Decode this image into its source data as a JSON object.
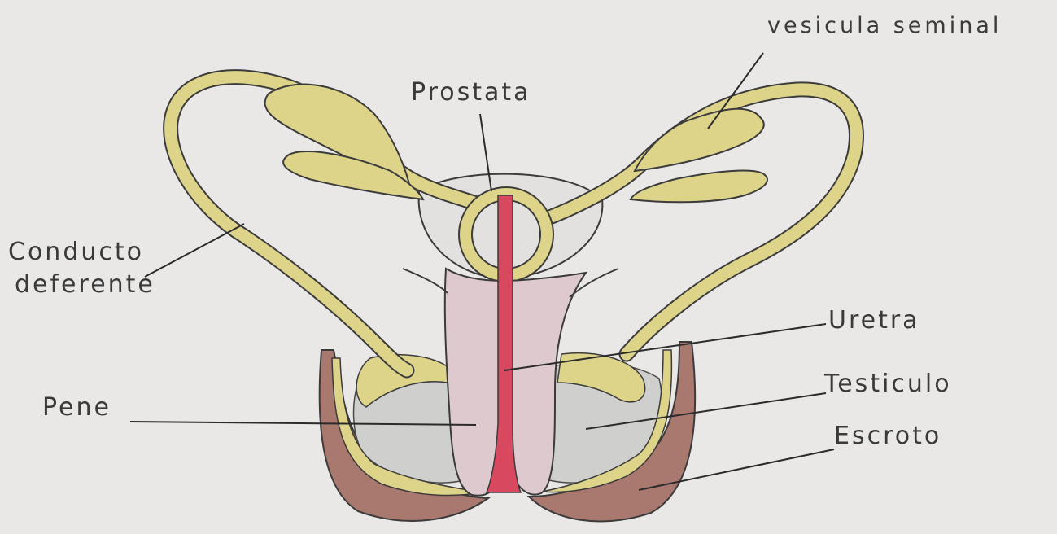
{
  "labels": {
    "vesicula": "vesicula seminal",
    "prostata": "Prostata",
    "conducto_line1": "Conducto",
    "conducto_line2": "deferente",
    "uretra": "Uretra",
    "testiculo": "Testiculo",
    "pene": "Pene",
    "escroto": "Escroto"
  },
  "colors": {
    "paper": "#e9e8e6",
    "duct_yellow": "#ddd48a",
    "penis_pink": "#ddc9ce",
    "urethra_red": "#d8485e",
    "testis_gray": "#cfd0cd",
    "scrotum_brown": "#a9786f",
    "outline": "#3b3b3b"
  }
}
